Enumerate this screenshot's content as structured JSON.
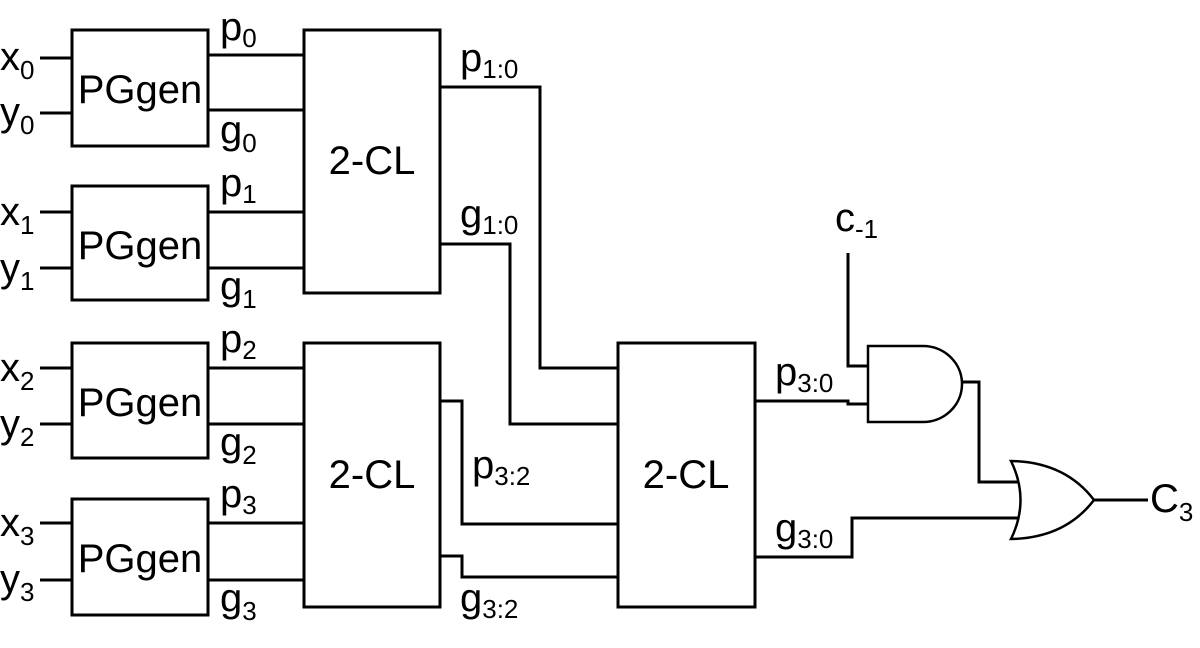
{
  "pg_blocks": [
    {
      "label": "PGgen",
      "x_var": "x",
      "y_var": "y",
      "index": "0",
      "p_var": "p",
      "g_var": "g"
    },
    {
      "label": "PGgen",
      "x_var": "x",
      "y_var": "y",
      "index": "1",
      "p_var": "p",
      "g_var": "g"
    },
    {
      "label": "PGgen",
      "x_var": "x",
      "y_var": "y",
      "index": "2",
      "p_var": "p",
      "g_var": "g"
    },
    {
      "label": "PGgen",
      "x_var": "x",
      "y_var": "y",
      "index": "3",
      "p_var": "p",
      "g_var": "g"
    }
  ],
  "cl_blocks": [
    {
      "label": "2-CL",
      "p_out": "p",
      "p_out_sub": "1:0",
      "g_out": "g",
      "g_out_sub": "1:0"
    },
    {
      "label": "2-CL",
      "p_out": "p",
      "p_out_sub": "3:2",
      "g_out": "g",
      "g_out_sub": "3:2"
    },
    {
      "label": "2-CL",
      "p_out": "p",
      "p_out_sub": "3:0",
      "g_out": "g",
      "g_out_sub": "3:0"
    }
  ],
  "carry_in": {
    "var": "c",
    "sub": "-1"
  },
  "carry_out": {
    "var": "C",
    "sub": "3"
  }
}
